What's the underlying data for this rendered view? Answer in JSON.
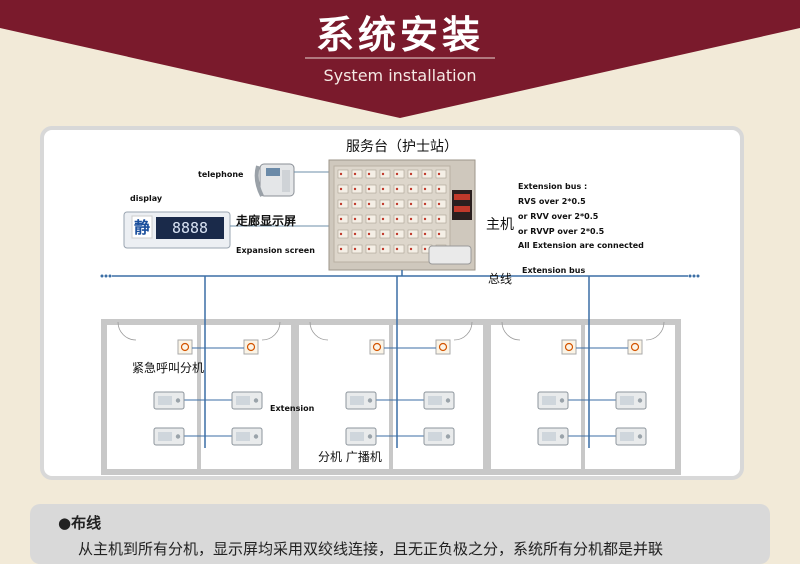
{
  "header": {
    "title_cn": "系统安装",
    "title_en": "System installation",
    "colors": {
      "banner": "#7a1a2c",
      "accent": "#ffffff"
    }
  },
  "diagram": {
    "station_title": "服务台（护士站）",
    "telephone": "telephone",
    "display": "display",
    "display_digits": "静",
    "corridor_screen": "走廊显示屏",
    "expansion_screen": "Expansion screen",
    "main_unit": "主机",
    "bus_cn": "总线",
    "extension_bus": "Extension bus",
    "bus_info": [
      "Extension bus :",
      "RVS over 2*0.5",
      "or RVV over 2*0.5",
      "or RVVP over 2*0.5",
      "All Extension are connected"
    ],
    "emergency": "紧急呼叫分机",
    "extension": "Extension",
    "ext_broadcast": "分机 广播机",
    "colors": {
      "bus_line": "#3b6ea5",
      "wall": "#c8c8c8"
    }
  },
  "notes": {
    "heading": "●布线",
    "body": "从主机到所有分机，显示屏均采用双绞线连接，且无正负极之分，系统所有分机都是并联"
  }
}
